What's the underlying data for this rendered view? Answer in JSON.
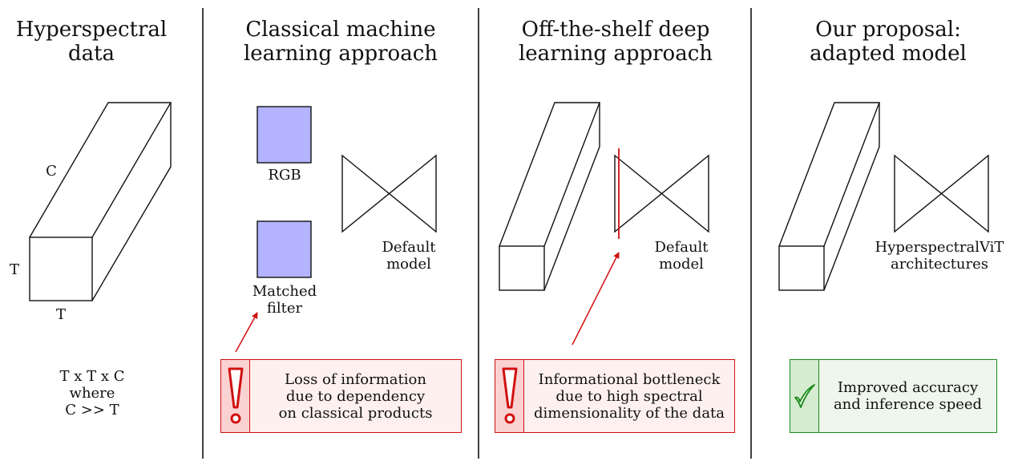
{
  "panels": [
    {
      "title": "Hyperspectral\ndata"
    },
    {
      "title": "Classical machine\nlearning approach"
    },
    {
      "title": "Off-the-shelf deep\nlearning approach"
    },
    {
      "title": "Our proposal:\nadapted model"
    }
  ],
  "cube_labels": {
    "c": "C",
    "t_side": "T",
    "t_bottom": "T"
  },
  "formula": "T x T x C\nwhere\nC >> T",
  "classical": {
    "rgb": "RGB",
    "matched_filter": "Matched\nfilter",
    "model": "Default\nmodel"
  },
  "deep": {
    "model": "Default\nmodel"
  },
  "proposal": {
    "model": "HyperspectralViT\narchitectures"
  },
  "notes": [
    {
      "kind": "warning",
      "text": "Loss of information\ndue to dependency\non classical products"
    },
    {
      "kind": "warning",
      "text": "Informational bottleneck\ndue to high spectral\ndimensionality of the data"
    },
    {
      "kind": "success",
      "text": "Improved accuracy\nand inference speed"
    }
  ],
  "colors": {
    "filter_fill": "#b3b3ff",
    "warning": "#d01010",
    "success": "#1a8a1a"
  }
}
